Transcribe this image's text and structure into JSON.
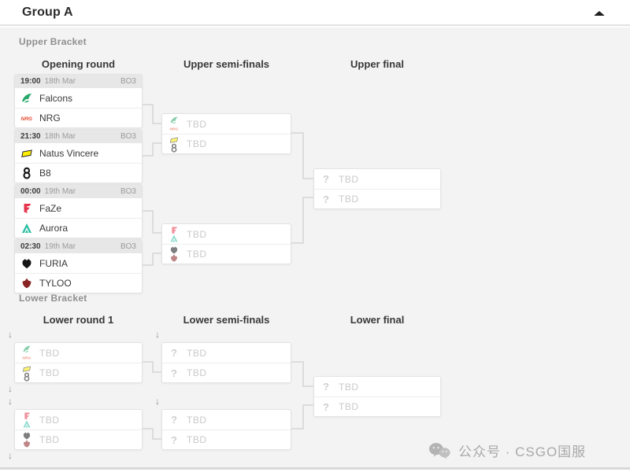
{
  "header": {
    "title": "Group A",
    "collapse_icon": "caret-up-icon"
  },
  "upper_bracket": {
    "section_label": "Upper Bracket",
    "columns": [
      "Opening round",
      "Upper semi-finals",
      "Upper final"
    ],
    "opening_matches": [
      {
        "time": "19:00",
        "date": "18th Mar",
        "format": "BO3",
        "team1": {
          "name": "Falcons",
          "icon": "falcons-logo",
          "color": "#27a769"
        },
        "team2": {
          "name": "NRG",
          "icon": "nrg-logo",
          "color": "#e8492e"
        }
      },
      {
        "time": "21:30",
        "date": "18th Mar",
        "format": "BO3",
        "team1": {
          "name": "Natus Vincere",
          "icon": "navi-logo",
          "color": "#ffee00"
        },
        "team2": {
          "name": "B8",
          "icon": "b8-logo",
          "color": "#141414"
        }
      },
      {
        "time": "00:00",
        "date": "19th Mar",
        "format": "BO3",
        "team1": {
          "name": "FaZe",
          "icon": "faze-logo",
          "color": "#e4354b"
        },
        "team2": {
          "name": "Aurora",
          "icon": "aurora-logo",
          "color": "#2bbfa3"
        }
      },
      {
        "time": "02:30",
        "date": "19th Mar",
        "format": "BO3",
        "team1": {
          "name": "FURIA",
          "icon": "furia-logo",
          "color": "#151515"
        },
        "team2": {
          "name": "TYLOO",
          "icon": "tyloo-logo",
          "color": "#8a2424"
        }
      }
    ],
    "semi_finals": [
      {
        "slot1": {
          "label": "TBD",
          "possible": [
            "Falcons",
            "NRG"
          ]
        },
        "slot2": {
          "label": "TBD",
          "possible": [
            "Natus Vincere",
            "B8"
          ]
        }
      },
      {
        "slot1": {
          "label": "TBD",
          "possible": [
            "FaZe",
            "Aurora"
          ]
        },
        "slot2": {
          "label": "TBD",
          "possible": [
            "FURIA",
            "TYLOO"
          ]
        }
      }
    ],
    "final": {
      "slot1": {
        "label": "TBD",
        "icon": "question-mark-icon"
      },
      "slot2": {
        "label": "TBD",
        "icon": "question-mark-icon"
      }
    }
  },
  "lower_bracket": {
    "section_label": "Lower Bracket",
    "columns": [
      "Lower round 1",
      "Lower semi-finals",
      "Lower final"
    ],
    "round1": [
      {
        "slot1": {
          "label": "TBD",
          "possible": [
            "Falcons",
            "NRG"
          ]
        },
        "slot2": {
          "label": "TBD",
          "possible": [
            "Natus Vincere",
            "B8"
          ]
        }
      },
      {
        "slot1": {
          "label": "TBD",
          "possible": [
            "FaZe",
            "Aurora"
          ]
        },
        "slot2": {
          "label": "TBD",
          "possible": [
            "FURIA",
            "TYLOO"
          ]
        }
      }
    ],
    "semi_finals": [
      {
        "slot1": {
          "label": "TBD",
          "icon": "question-mark-icon"
        },
        "slot2": {
          "label": "TBD",
          "icon": "question-mark-icon"
        }
      },
      {
        "slot1": {
          "label": "TBD",
          "icon": "question-mark-icon"
        },
        "slot2": {
          "label": "TBD",
          "icon": "question-mark-icon"
        }
      }
    ],
    "final": {
      "slot1": {
        "label": "TBD",
        "icon": "question-mark-icon"
      },
      "slot2": {
        "label": "TBD",
        "icon": "question-mark-icon"
      }
    },
    "drop_arrow_icon": "down-arrow-icon"
  },
  "watermark": {
    "icon": "wechat-icon",
    "text": "公众号 · CSGO国服"
  },
  "colors": {
    "content_bg": "#f3f3f4",
    "card_border": "#e3e3e3",
    "card_header_bg": "#e7e7e7",
    "connector": "#dcdcdc",
    "tbd_text": "#c9c9c9",
    "watermark": "#a9a9a9"
  }
}
